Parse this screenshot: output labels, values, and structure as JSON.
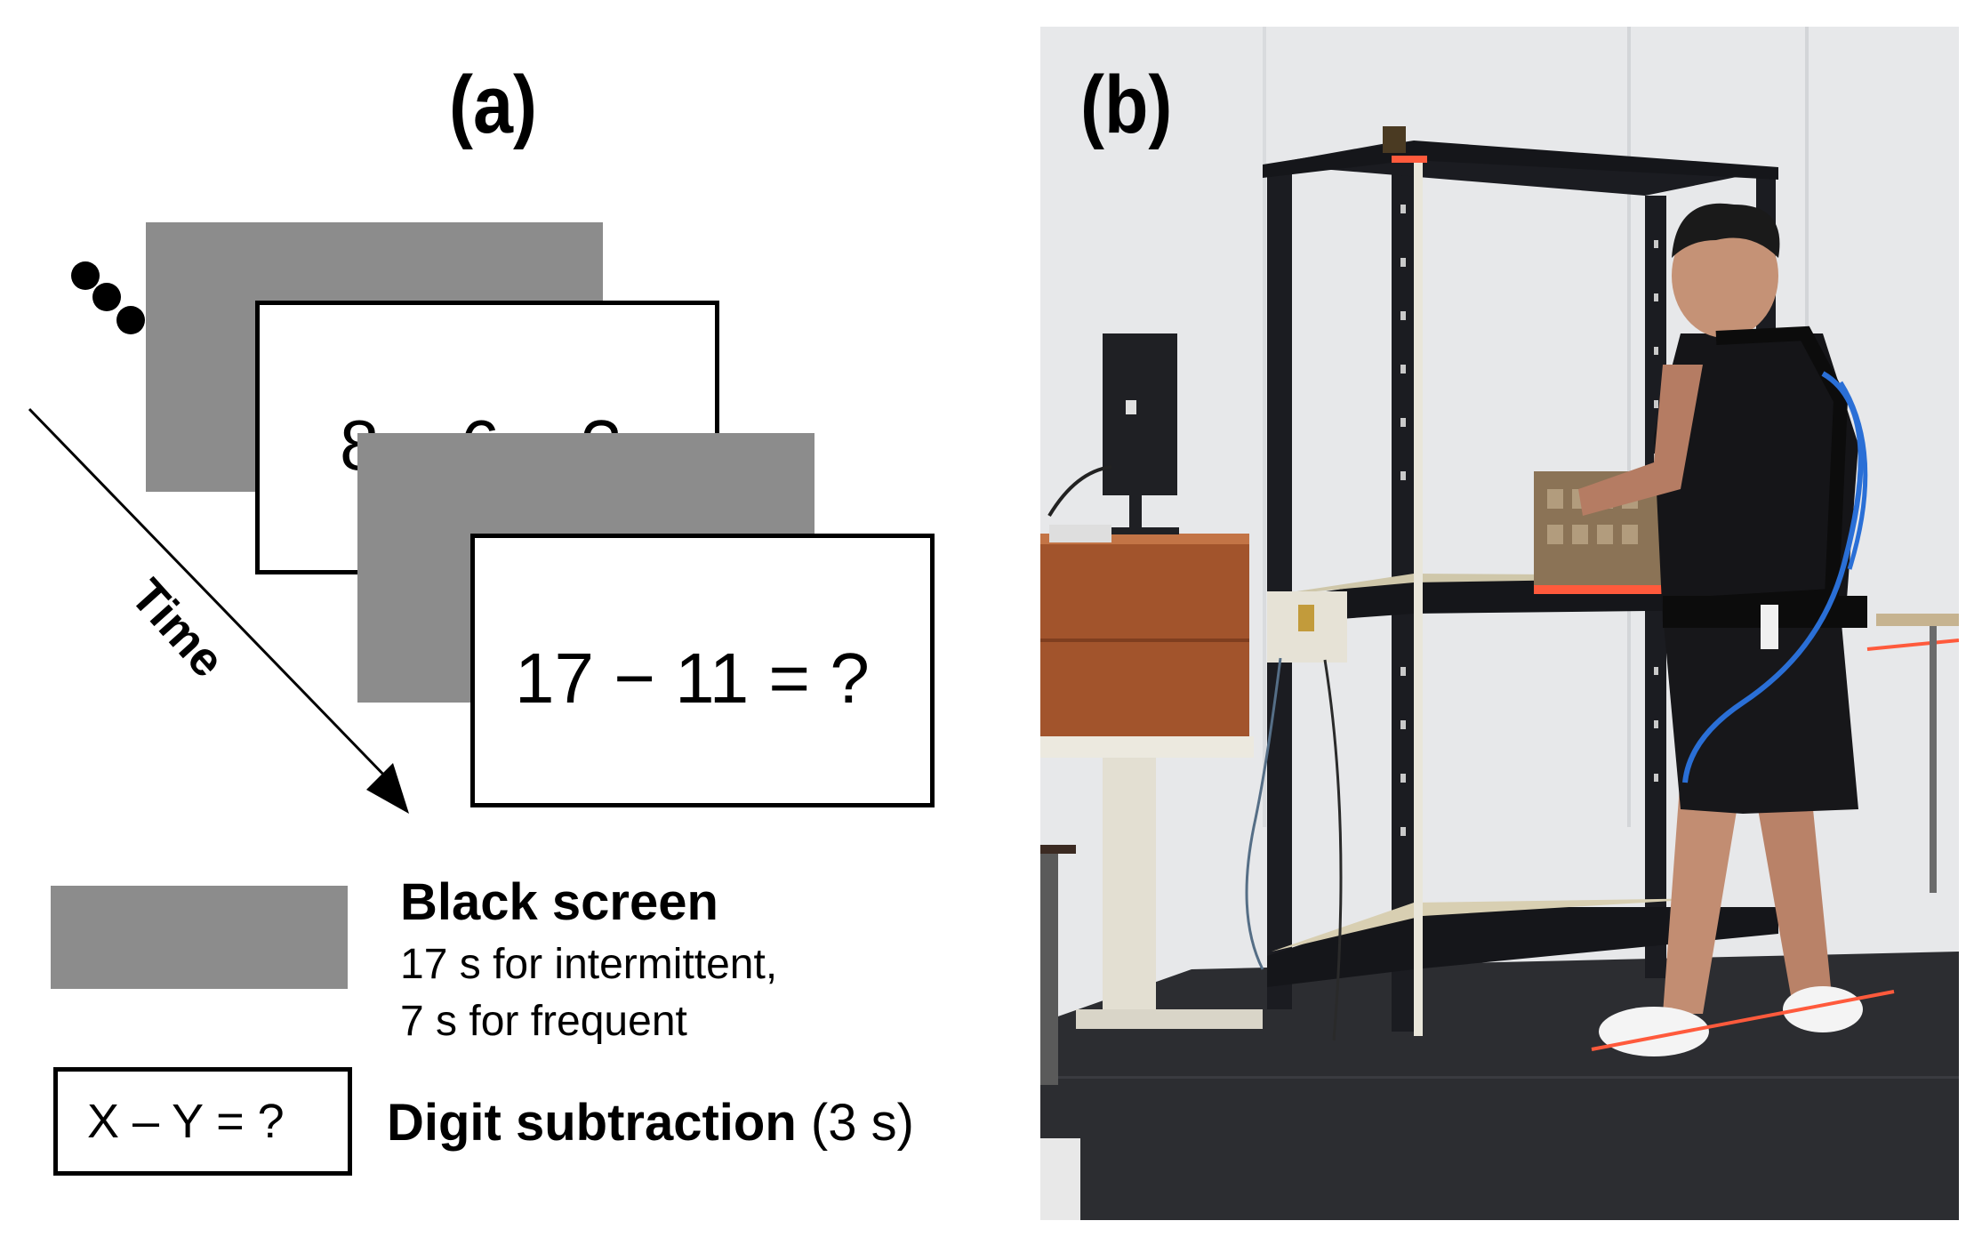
{
  "panel_a": {
    "label": "(a)",
    "frame_back_equation": "8 − 6 = ?",
    "frame_front_equation": "17 − 11 = ?",
    "time_label": "Time",
    "legend": {
      "black_screen_title": "Black screen",
      "black_screen_line1": "17 s for intermittent,",
      "black_screen_line2": "7 s for frequent",
      "digit_box_text": "X – Y = ?",
      "digit_title": "Digit subtraction",
      "digit_duration": "(3 s)"
    }
  },
  "panel_b": {
    "label": "(b)"
  },
  "colors": {
    "black_screen_gray": "#8c8c8c",
    "frame_border": "#000000",
    "exo_hose_blue": "#2a6fd6",
    "floor_dark": "#2c2d31",
    "wall": "#e7e8ea"
  }
}
